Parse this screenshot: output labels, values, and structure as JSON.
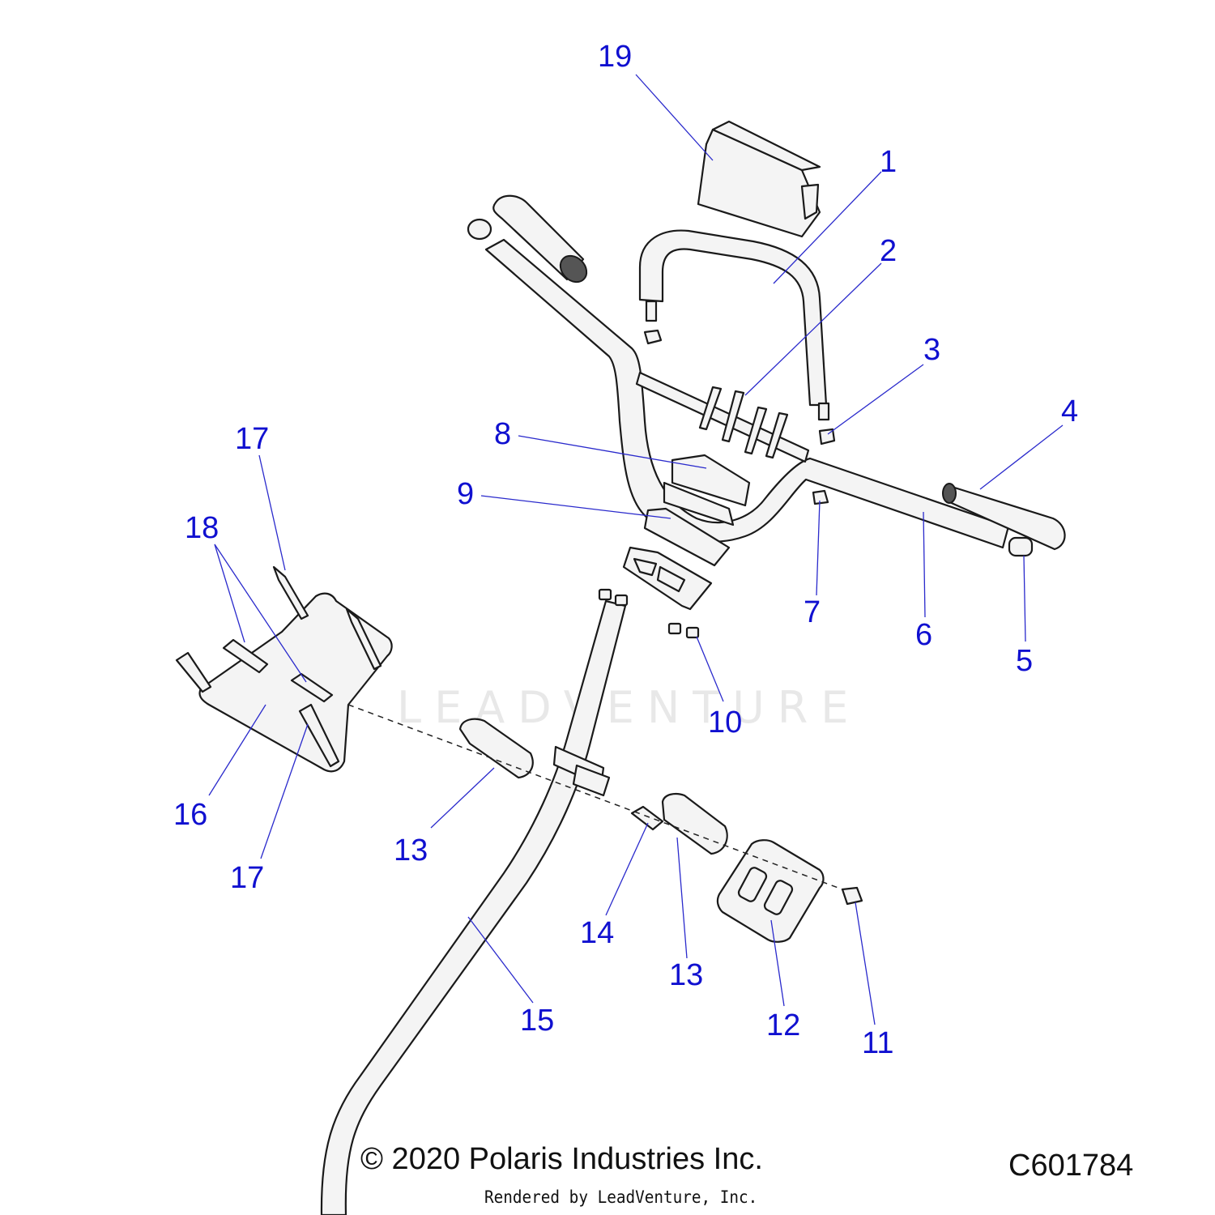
{
  "callouts": [
    {
      "id": "c19",
      "label": "19"
    },
    {
      "id": "c1",
      "label": "1"
    },
    {
      "id": "c2",
      "label": "2"
    },
    {
      "id": "c3",
      "label": "3"
    },
    {
      "id": "c4",
      "label": "4"
    },
    {
      "id": "c8",
      "label": "8"
    },
    {
      "id": "c9",
      "label": "9"
    },
    {
      "id": "c7",
      "label": "7"
    },
    {
      "id": "c6",
      "label": "6"
    },
    {
      "id": "c5",
      "label": "5"
    },
    {
      "id": "c17a",
      "label": "17"
    },
    {
      "id": "c18",
      "label": "18"
    },
    {
      "id": "c10",
      "label": "10"
    },
    {
      "id": "c16",
      "label": "16"
    },
    {
      "id": "c17b",
      "label": "17"
    },
    {
      "id": "c13a",
      "label": "13"
    },
    {
      "id": "c14",
      "label": "14"
    },
    {
      "id": "c13b",
      "label": "13"
    },
    {
      "id": "c12",
      "label": "12"
    },
    {
      "id": "c11",
      "label": "11"
    },
    {
      "id": "c15",
      "label": "15"
    }
  ],
  "footer": {
    "copyright": "© 2020 Polaris Industries Inc.",
    "diagram_id": "C601784",
    "rendered_by": "Rendered by LeadVenture, Inc."
  },
  "watermark": "LEADVENTURE"
}
